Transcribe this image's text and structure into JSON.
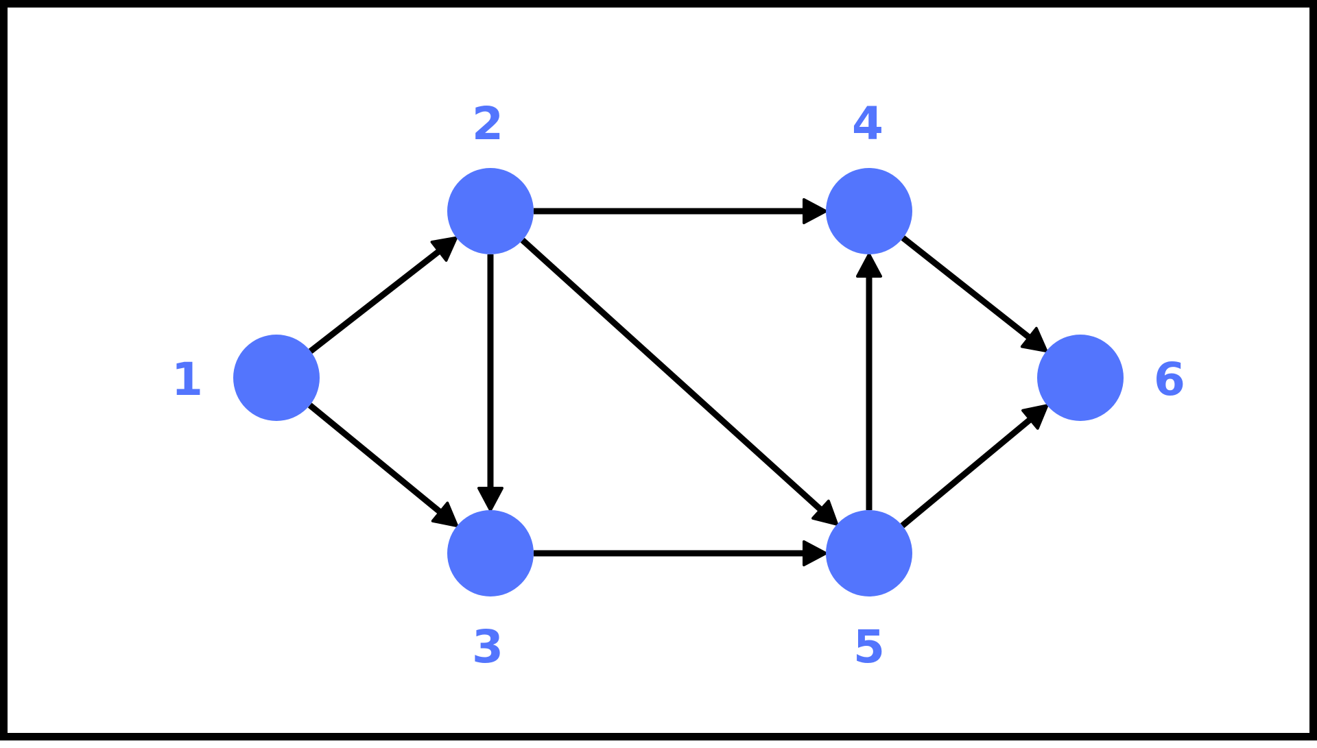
{
  "colors": {
    "node_fill": "#5375fd",
    "label_color": "#5375fd",
    "edge_color": "#000000",
    "border_color": "#000000",
    "background": "#ffffff"
  },
  "graph": {
    "directed": true,
    "nodes": [
      {
        "id": "1",
        "label": "1"
      },
      {
        "id": "2",
        "label": "2"
      },
      {
        "id": "3",
        "label": "3"
      },
      {
        "id": "4",
        "label": "4"
      },
      {
        "id": "5",
        "label": "5"
      },
      {
        "id": "6",
        "label": "6"
      }
    ],
    "edges": [
      {
        "from": "1",
        "to": "2"
      },
      {
        "from": "1",
        "to": "3"
      },
      {
        "from": "2",
        "to": "3"
      },
      {
        "from": "2",
        "to": "4"
      },
      {
        "from": "2",
        "to": "5"
      },
      {
        "from": "3",
        "to": "5"
      },
      {
        "from": "5",
        "to": "4"
      },
      {
        "from": "4",
        "to": "6"
      },
      {
        "from": "5",
        "to": "6"
      }
    ]
  }
}
